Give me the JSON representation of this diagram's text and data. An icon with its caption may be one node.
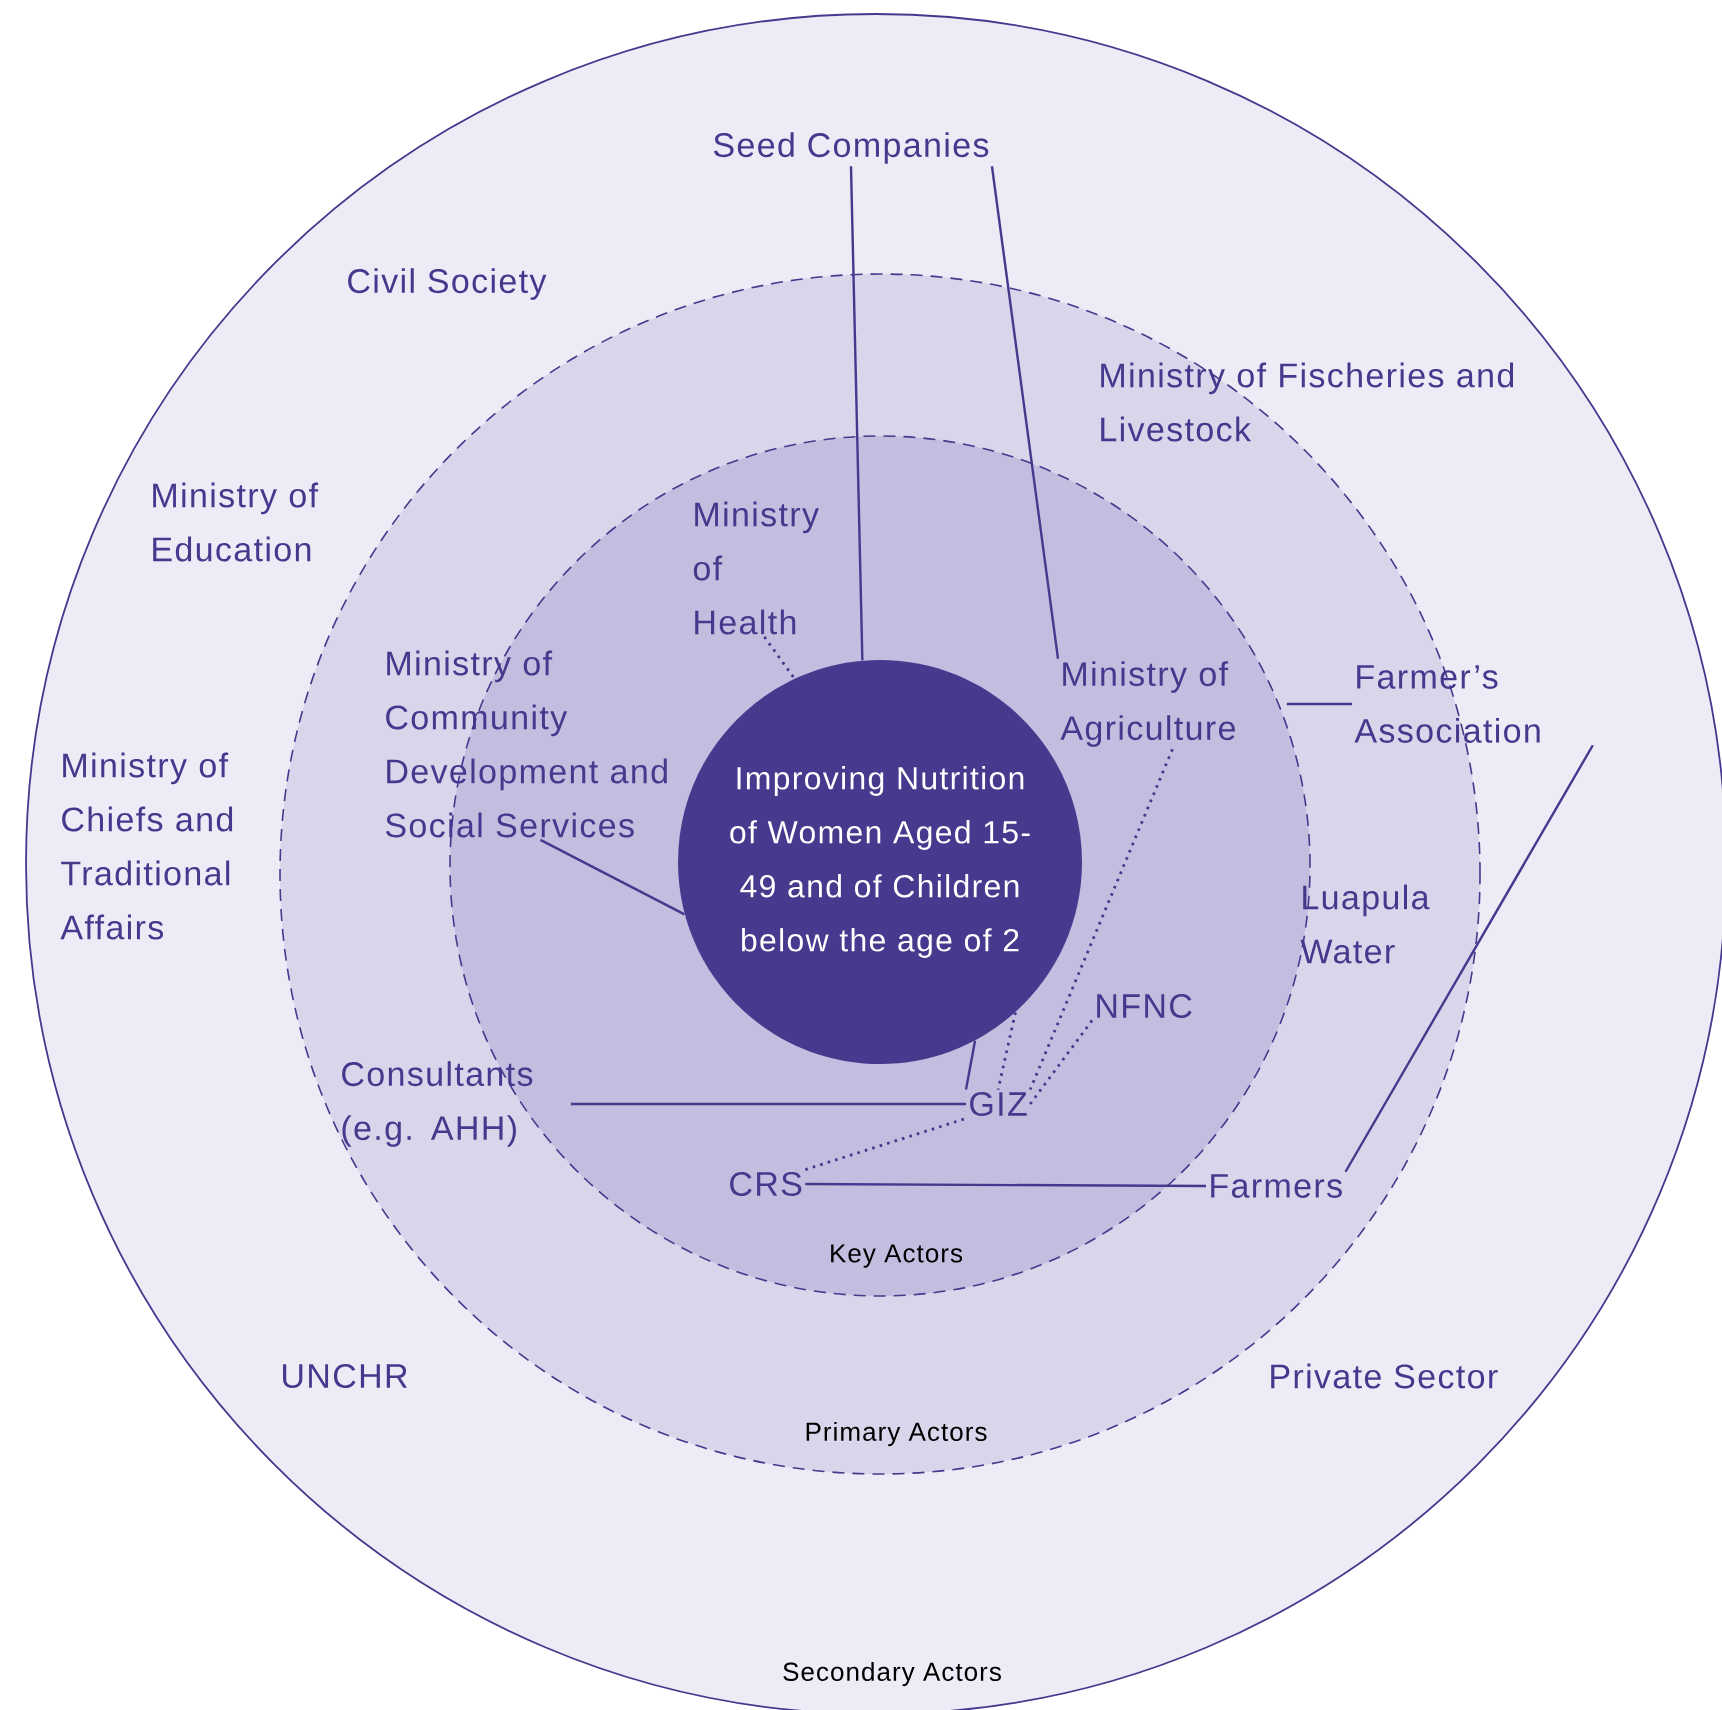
{
  "diagram": {
    "nodes": [
      {
        "text": [
          "Secondary Actors"
        ]
      },
      {
        "text": [
          "Primary Actors"
        ],
        "in": 0
      },
      {
        "text": [
          "Key Actors"
        ],
        "in": 1
      },
      {
        "text": [
          "Improving Nutrition of Women Aged 15-49 and of Children below the age of 2"
        ],
        "in": 2
      },
      {
        "text": [
          "Seed Companies"
        ],
        "in": 0
      },
      {
        "text": [
          "Civil Society"
        ],
        "in": 0
      },
      {
        "text": [
          "Ministry of Fischeries and Livestock"
        ],
        "in": 0
      },
      {
        "text": [
          "Ministry of Education"
        ],
        "in": 0
      },
      {
        "text": [
          "Ministry of Health"
        ],
        "in": 2
      },
      {
        "text": [
          "Ministry of Community Development and Social Services"
        ],
        "in": 1
      },
      {
        "text": [
          "Ministry of Agriculture"
        ],
        "in": 2
      },
      {
        "text": [
          "Farmer’s Association"
        ],
        "in": 0
      },
      {
        "text": [
          "Ministry of Chiefs and Traditional Affairs"
        ],
        "in": 0
      },
      {
        "text": [
          "Luapula Water"
        ],
        "in": 1
      },
      {
        "text": [
          "NFNC"
        ],
        "in": 2
      },
      {
        "text": [
          "Consultants (e.g. AHH)"
        ],
        "in": 1
      },
      {
        "text": [
          "GIZ"
        ],
        "in": 2
      },
      {
        "text": [
          "CRS"
        ],
        "in": 2
      },
      {
        "text": [
          "Farmers"
        ],
        "in": 1
      },
      {
        "text": [
          "UNCHR"
        ],
        "in": 0
      },
      {
        "text": [
          "Private Sector"
        ],
        "in": 0
      }
    ],
    "edges": [
      {
        "from": 4,
        "to": 3,
        "arrow": "none"
      },
      {
        "from": 4,
        "to": 10,
        "arrow": "none"
      },
      {
        "from": 8,
        "to": 3,
        "arrow": "none",
        "style": "dashed"
      },
      {
        "from": 9,
        "to": 3,
        "arrow": "none"
      },
      {
        "from": 10,
        "to": 11,
        "arrow": "none"
      },
      {
        "from": 10,
        "to": 16,
        "arrow": "none",
        "style": "dashed"
      },
      {
        "from": 3,
        "to": 16,
        "arrow": "none"
      },
      {
        "from": 3,
        "to": 16,
        "arrow": "none",
        "style": "dashed"
      },
      {
        "from": 14,
        "to": 16,
        "arrow": "none",
        "style": "dashed"
      },
      {
        "from": 15,
        "to": 16,
        "arrow": "none"
      },
      {
        "from": 17,
        "to": 16,
        "arrow": "none",
        "style": "dashed"
      },
      {
        "from": 17,
        "to": 18,
        "arrow": "none"
      },
      {
        "from": 11,
        "to": 18,
        "arrow": "none"
      }
    ]
  }
}
